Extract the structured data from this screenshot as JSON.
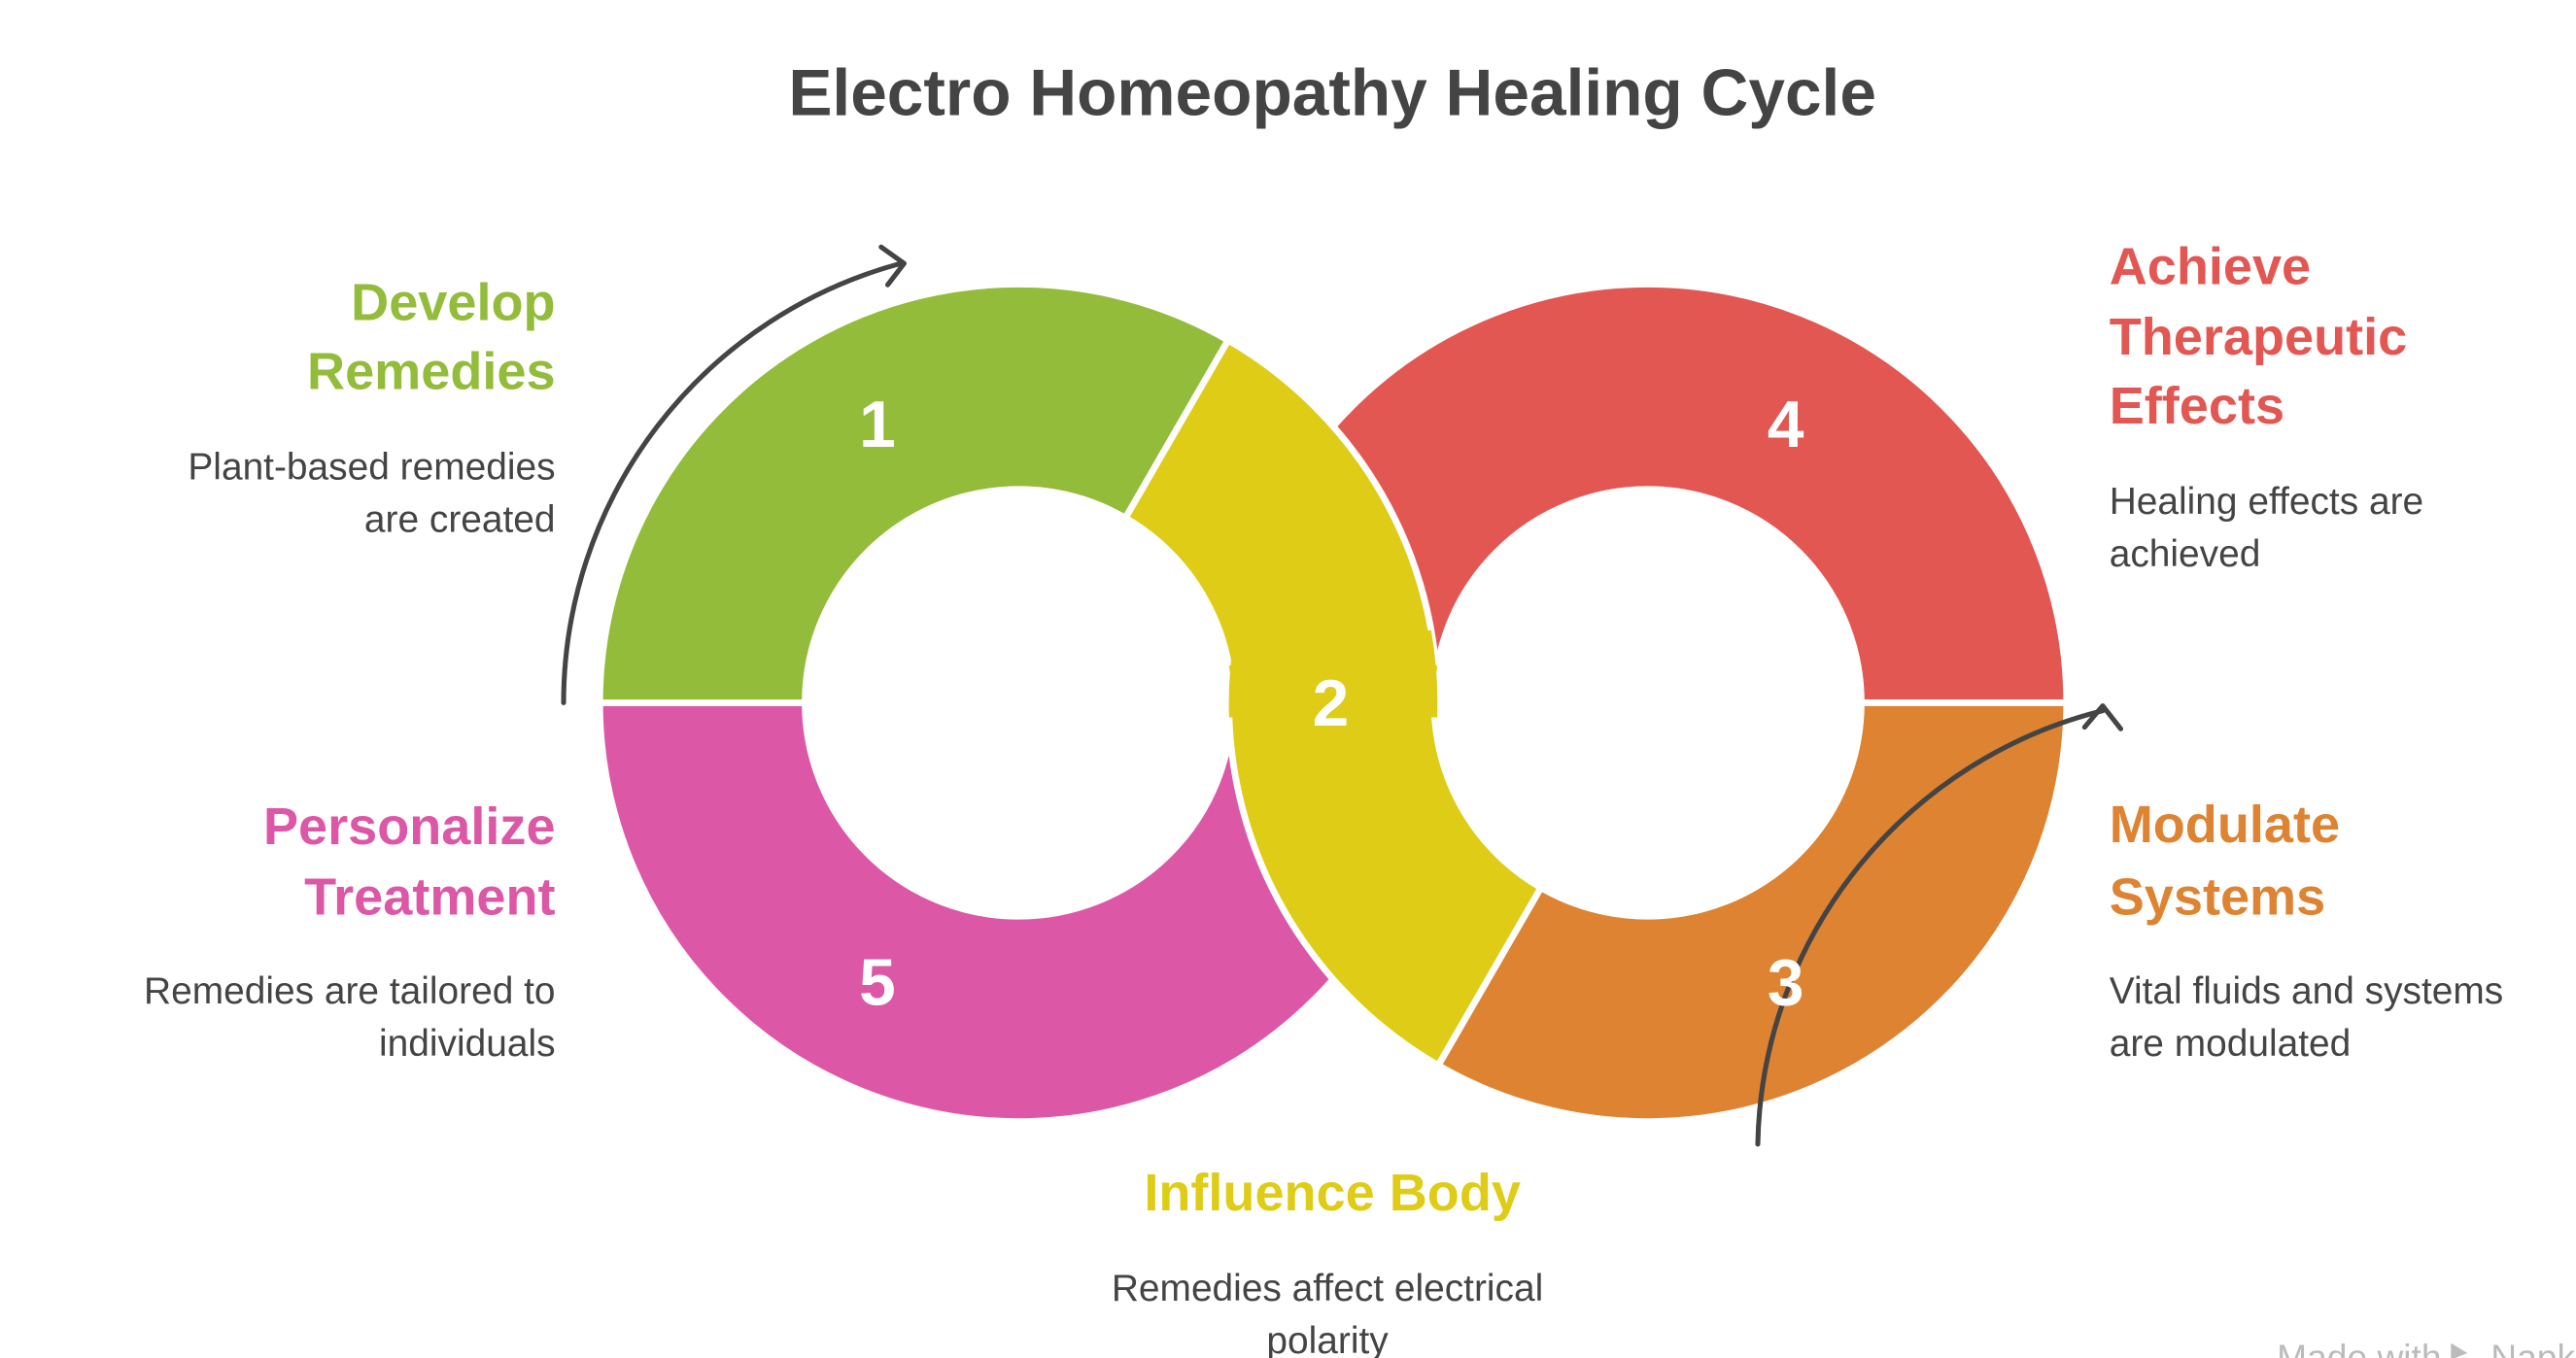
{
  "title": "Electro Homeopathy Healing Cycle",
  "steps": [
    {
      "number": "1",
      "title": [
        "Develop",
        "Remedies"
      ],
      "desc": [
        "Plant-based remedies",
        "are created"
      ],
      "color": "#93BC3A"
    },
    {
      "number": "2",
      "title": [
        "Influence Body"
      ],
      "desc": [
        "Remedies affect electrical",
        "polarity"
      ],
      "color": "#DFCC16"
    },
    {
      "number": "3",
      "title": [
        "Modulate",
        "Systems"
      ],
      "desc": [
        "Vital fluids and systems",
        "are modulated"
      ],
      "color": "#DE8331"
    },
    {
      "number": "4",
      "title": [
        "Achieve",
        "Therapeutic",
        "Effects"
      ],
      "desc": [
        "Healing effects are",
        "achieved"
      ],
      "color": "#E35753"
    },
    {
      "number": "5",
      "title": [
        "Personalize",
        "Treatment"
      ],
      "desc": [
        "Remedies are tailored to",
        "individuals"
      ],
      "color": "#DD57A7"
    }
  ],
  "watermark": {
    "prefix": "Made with",
    "brand": "Napkin"
  }
}
